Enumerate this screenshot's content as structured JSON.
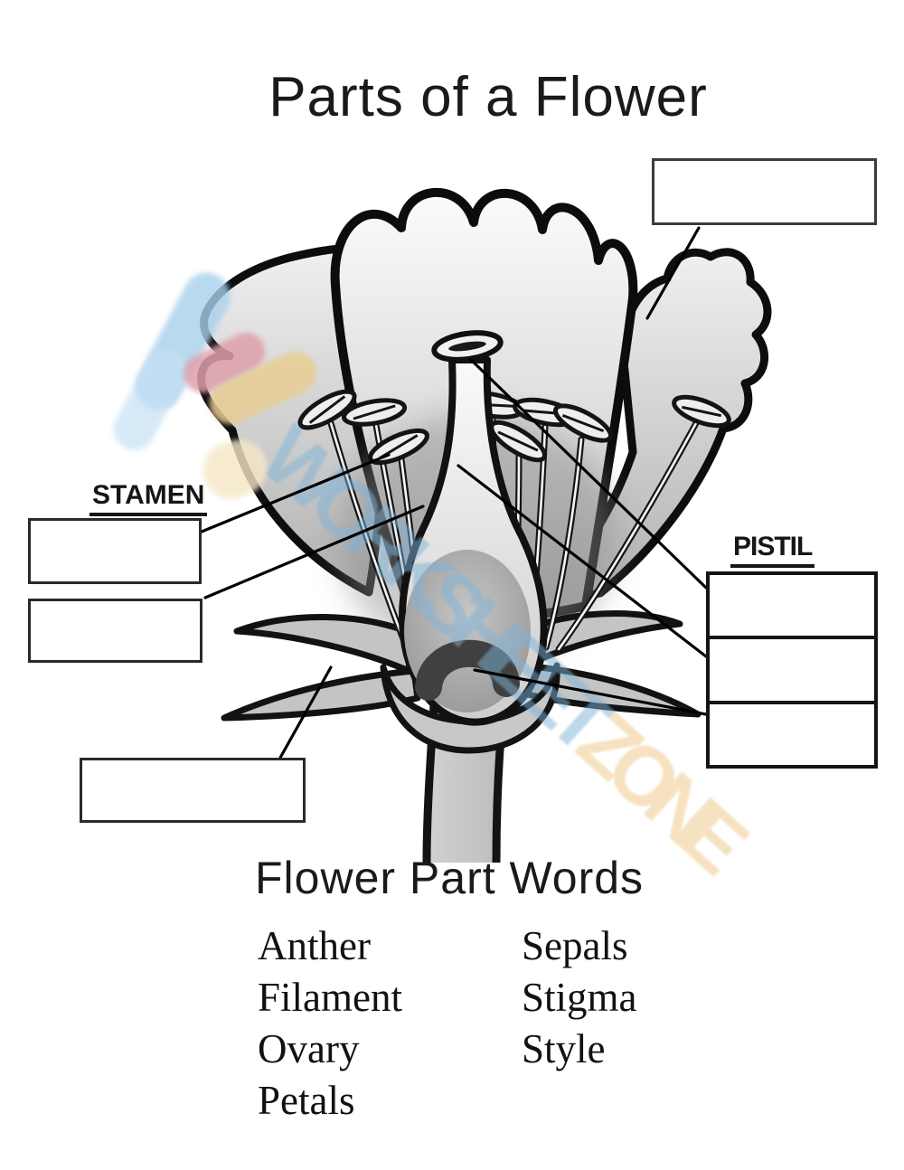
{
  "page": {
    "title": "Parts of a Flower"
  },
  "labels": {
    "stamen": "STAMEN",
    "pistil": "PISTIL"
  },
  "answer_boxes": {
    "petal_box": "",
    "stamen_box_1": "",
    "stamen_box_2": "",
    "pistil_box_1": "",
    "pistil_box_2": "",
    "pistil_box_3": "",
    "sepal_box": ""
  },
  "word_bank": {
    "heading": "Flower Part Words",
    "column_1": [
      "Anther",
      "Filament",
      "Ovary",
      "Petals"
    ],
    "column_2": [
      "Sepals",
      "Stigma",
      "Style"
    ]
  },
  "watermark": {
    "part_1": "WORKSHEET",
    "part_2": "ZONE",
    "color_1": "#7fb3d9",
    "color_2": "#eec683",
    "logo_colors": [
      "#a8d0ec",
      "#dfa0ab",
      "#e8cd92"
    ]
  },
  "colors": {
    "leader_line": "#000000",
    "box_border": "#2a2a2a",
    "text": "#161616",
    "petal_fill_top": "#fbfbfb",
    "petal_fill_bottom": "#ababab"
  }
}
